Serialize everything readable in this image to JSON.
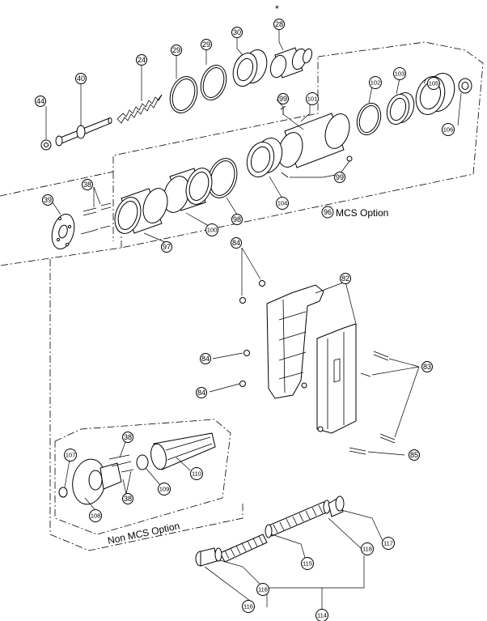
{
  "diagram": {
    "asterisk": "*",
    "captions": {
      "mcs": "MCS Option",
      "mcs_number": "96",
      "non_mcs": "Non MCS Option"
    },
    "callouts": [
      {
        "id": "c28",
        "text": "28"
      },
      {
        "id": "c30",
        "text": "30"
      },
      {
        "id": "c29a",
        "text": "29"
      },
      {
        "id": "c29b",
        "text": "29"
      },
      {
        "id": "c24",
        "text": "24"
      },
      {
        "id": "c40",
        "text": "40"
      },
      {
        "id": "c44",
        "text": "44"
      },
      {
        "id": "c105",
        "text": "105"
      },
      {
        "id": "c103",
        "text": "103"
      },
      {
        "id": "c102",
        "text": "102"
      },
      {
        "id": "c101",
        "text": "101"
      },
      {
        "id": "c99a",
        "text": "99"
      },
      {
        "id": "c99b",
        "text": "99"
      },
      {
        "id": "c106",
        "text": "106"
      },
      {
        "id": "c104",
        "text": "104"
      },
      {
        "id": "c98",
        "text": "98"
      },
      {
        "id": "c100",
        "text": "100"
      },
      {
        "id": "c97",
        "text": "97"
      },
      {
        "id": "c38a",
        "text": "38"
      },
      {
        "id": "c39",
        "text": "39"
      },
      {
        "id": "c84a",
        "text": "84"
      },
      {
        "id": "c84b",
        "text": "84"
      },
      {
        "id": "c84c",
        "text": "84"
      },
      {
        "id": "c82",
        "text": "82"
      },
      {
        "id": "c83",
        "text": "83"
      },
      {
        "id": "c85",
        "text": "85"
      },
      {
        "id": "c107",
        "text": "107"
      },
      {
        "id": "c38b",
        "text": "38"
      },
      {
        "id": "c38c",
        "text": "38"
      },
      {
        "id": "c109",
        "text": "109"
      },
      {
        "id": "c110",
        "text": "110"
      },
      {
        "id": "c108",
        "text": "108"
      },
      {
        "id": "c117",
        "text": "117"
      },
      {
        "id": "c118a",
        "text": "118"
      },
      {
        "id": "c118b",
        "text": "118"
      },
      {
        "id": "c115",
        "text": "115"
      },
      {
        "id": "c116",
        "text": "116"
      },
      {
        "id": "c114",
        "text": "114"
      }
    ]
  }
}
